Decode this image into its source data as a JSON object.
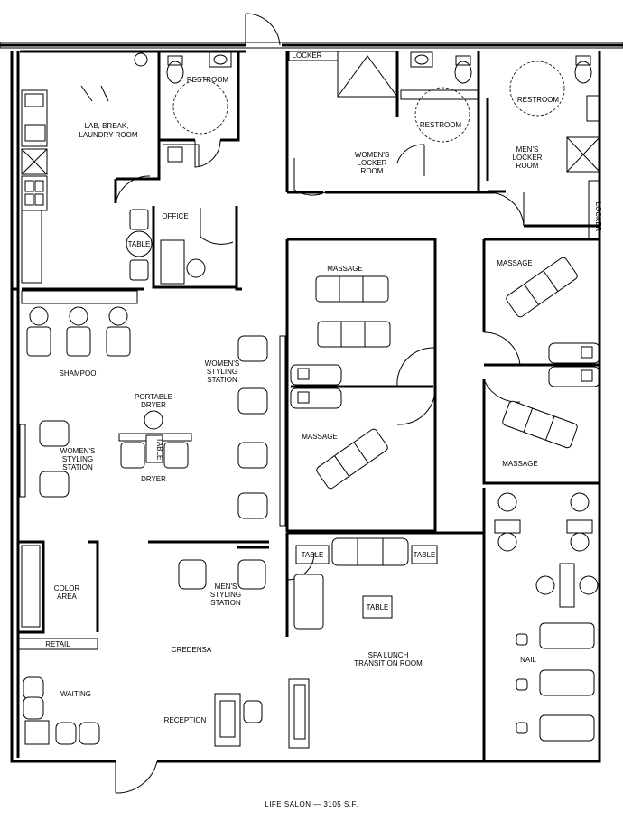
{
  "plan_title": "LIFE SALON  —  3105 S.F.",
  "rooms": {
    "lab_break_laundry": [
      "LAB, BREAK,",
      "LAUNDRY ROOM"
    ],
    "restroom_staff": "RESTROOM",
    "office": "OFFICE",
    "locker_top": "LOCKER",
    "womens_locker": [
      "WOMEN'S",
      "LOCKER",
      "ROOM"
    ],
    "restroom_womens": "RESTROOM",
    "restroom_mens": "RESTROOM",
    "mens_locker": [
      "MEN'S",
      "LOCKER",
      "ROOM"
    ],
    "locker_side": "LOCKER",
    "massage_1": "MASSAGE",
    "massage_2": "MASSAGE",
    "massage_3": "MASSAGE",
    "massage_4": "MASSAGE",
    "shampoo": "SHAMPOO",
    "womens_styling_center": [
      "WOMEN'S",
      "STYLING",
      "STATION"
    ],
    "portable_dryer": [
      "PORTABLE",
      "DRYER"
    ],
    "dryer": "DRYER",
    "womens_styling_left": [
      "WOMEN'S",
      "STYLING",
      "STATION"
    ],
    "color_area": [
      "COLOR",
      "AREA"
    ],
    "retail": "RETAIL",
    "mens_styling": [
      "MEN'S",
      "STYLING",
      "STATION"
    ],
    "credensa": "CREDENSA",
    "waiting": "WAITING",
    "reception": "RECEPTION",
    "spa_lunch": [
      "SPA LUNCH",
      "TRANSITION ROOM"
    ],
    "nail": "NAIL"
  },
  "tables": {
    "office_table": "TABLE",
    "dryer_table": "TABLE",
    "spa_table_left": "TABLE",
    "spa_table_right": "TABLE",
    "spa_table_center": "TABLE"
  }
}
